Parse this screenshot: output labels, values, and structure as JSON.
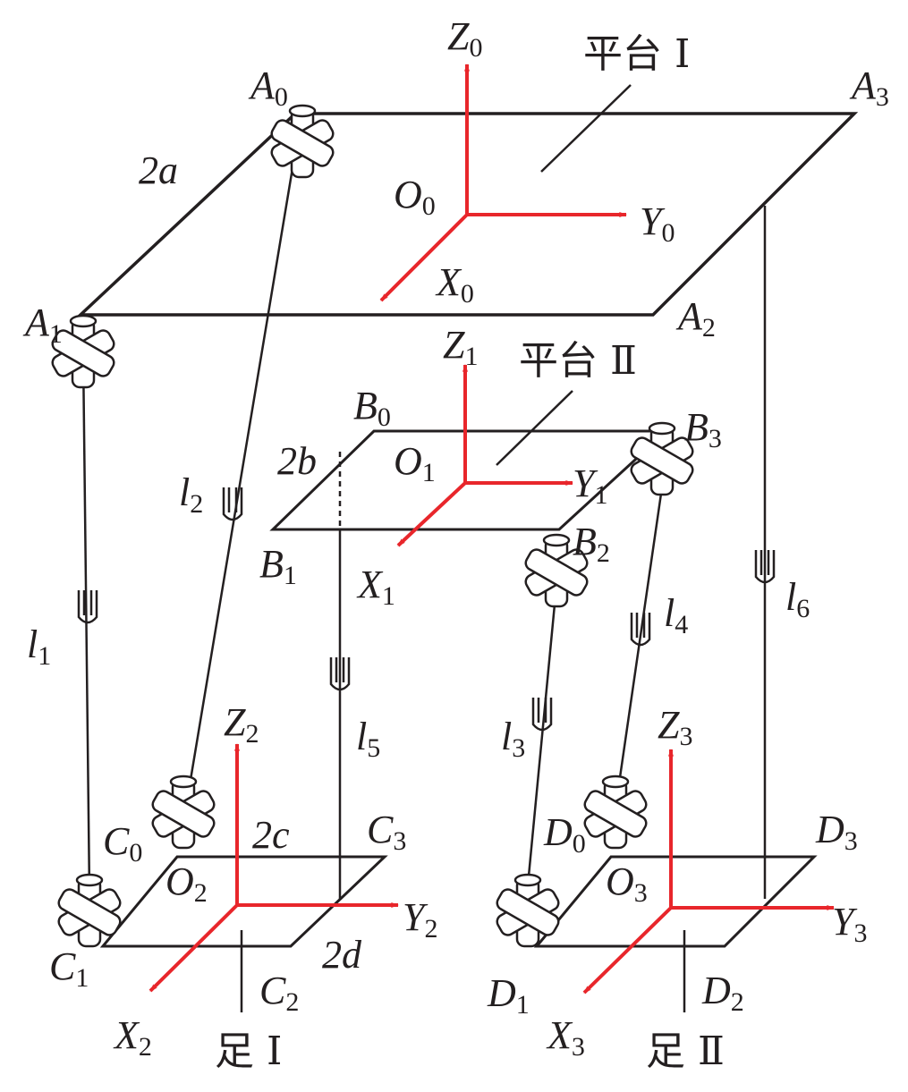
{
  "colors": {
    "axis": "#e8262b",
    "line": "#231f20"
  },
  "labels": {
    "Z0": {
      "main": "Z",
      "sub": "0"
    },
    "Y0": {
      "main": "Y",
      "sub": "0"
    },
    "X0": {
      "main": "X",
      "sub": "0"
    },
    "O0": {
      "main": "O",
      "sub": "0"
    },
    "A0": {
      "main": "A",
      "sub": "0"
    },
    "A1": {
      "main": "A",
      "sub": "1"
    },
    "A2": {
      "main": "A",
      "sub": "2"
    },
    "A3": {
      "main": "A",
      "sub": "3"
    },
    "twoA": {
      "main": "2a",
      "sub": ""
    },
    "Z1": {
      "main": "Z",
      "sub": "1"
    },
    "Y1": {
      "main": "Y",
      "sub": "1"
    },
    "X1": {
      "main": "X",
      "sub": "1"
    },
    "O1": {
      "main": "O",
      "sub": "1"
    },
    "B0": {
      "main": "B",
      "sub": "0"
    },
    "B1": {
      "main": "B",
      "sub": "1"
    },
    "B2": {
      "main": "B",
      "sub": "2"
    },
    "B3": {
      "main": "B",
      "sub": "3"
    },
    "twoB": {
      "main": "2b",
      "sub": ""
    },
    "l1": {
      "main": "l",
      "sub": "1"
    },
    "l2": {
      "main": "l",
      "sub": "2"
    },
    "l3": {
      "main": "l",
      "sub": "3"
    },
    "l4": {
      "main": "l",
      "sub": "4"
    },
    "l5": {
      "main": "l",
      "sub": "5"
    },
    "l6": {
      "main": "l",
      "sub": "6"
    },
    "Z2": {
      "main": "Z",
      "sub": "2"
    },
    "Y2": {
      "main": "Y",
      "sub": "2"
    },
    "X2": {
      "main": "X",
      "sub": "2"
    },
    "O2": {
      "main": "O",
      "sub": "2"
    },
    "C0": {
      "main": "C",
      "sub": "0"
    },
    "C1": {
      "main": "C",
      "sub": "1"
    },
    "C2": {
      "main": "C",
      "sub": "2"
    },
    "C3": {
      "main": "C",
      "sub": "3"
    },
    "twoC": {
      "main": "2c",
      "sub": ""
    },
    "twoD": {
      "main": "2d",
      "sub": ""
    },
    "Z3": {
      "main": "Z",
      "sub": "3"
    },
    "Y3": {
      "main": "Y",
      "sub": "3"
    },
    "X3": {
      "main": "X",
      "sub": "3"
    },
    "O3": {
      "main": "O",
      "sub": "3"
    },
    "D0": {
      "main": "D",
      "sub": "0"
    },
    "D1": {
      "main": "D",
      "sub": "1"
    },
    "D2": {
      "main": "D",
      "sub": "2"
    },
    "D3": {
      "main": "D",
      "sub": "3"
    }
  },
  "names": {
    "platform1": "平台 Ⅰ",
    "platform2": "平台 Ⅱ",
    "foot1": "足 Ⅰ",
    "foot2": "足 Ⅱ"
  }
}
